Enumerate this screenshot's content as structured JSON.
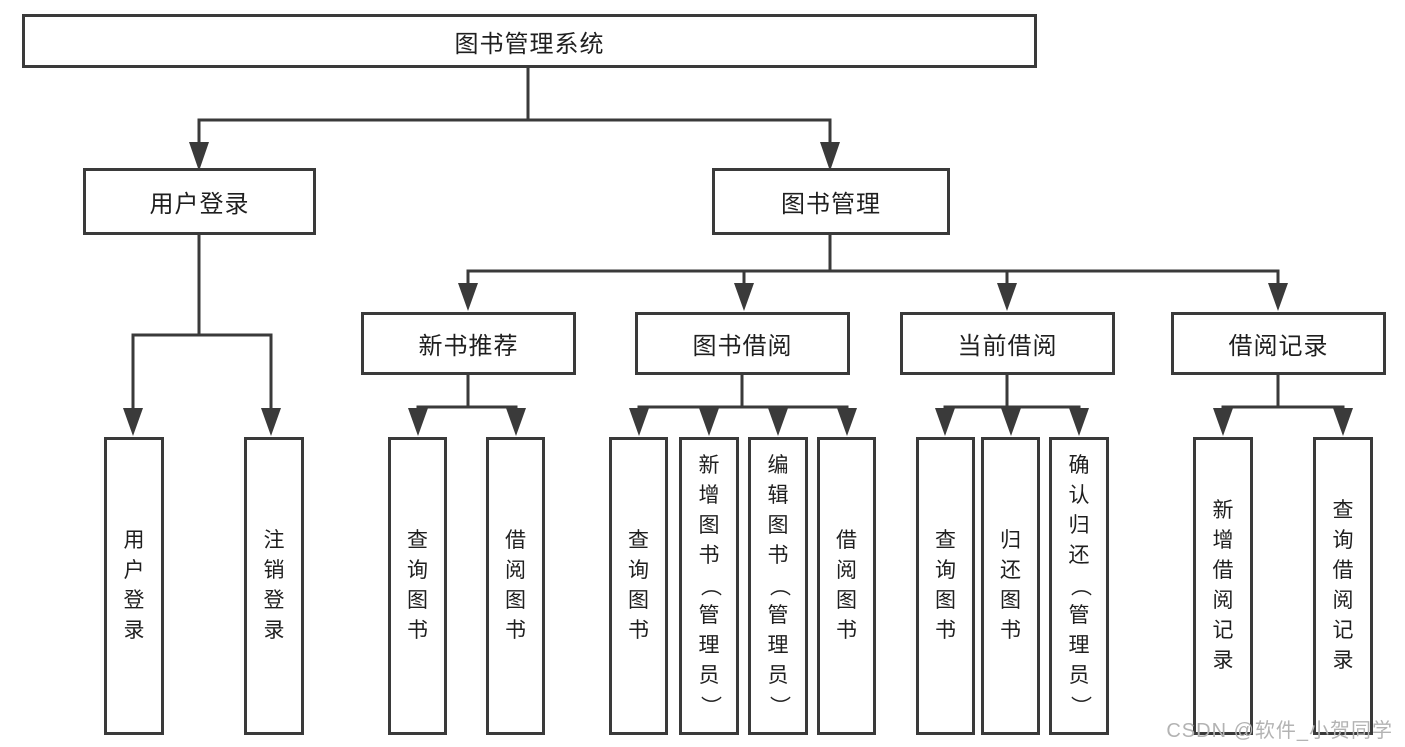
{
  "diagram": {
    "root": "图书管理系统",
    "level2": [
      "用户登录",
      "图书管理"
    ],
    "level3": [
      "新书推荐",
      "图书借阅",
      "当前借阅",
      "借阅记录"
    ],
    "leaves": [
      "用户登录",
      "注销登录",
      "查询图书",
      "借阅图书",
      "查询图书",
      "新增图书（管理员）",
      "编辑图书（管理员）",
      "借阅图书",
      "查询图书",
      "归还图书",
      "确认归还（管理员）",
      "新增借阅记录",
      "查询借阅记录"
    ]
  },
  "watermark": {
    "text": "CSDN @软件_小贺同学"
  },
  "colors": {
    "line": "#3a3a3a",
    "text": "#1f1f1f",
    "background": "#ffffff",
    "watermark": "#b3b3b3"
  }
}
